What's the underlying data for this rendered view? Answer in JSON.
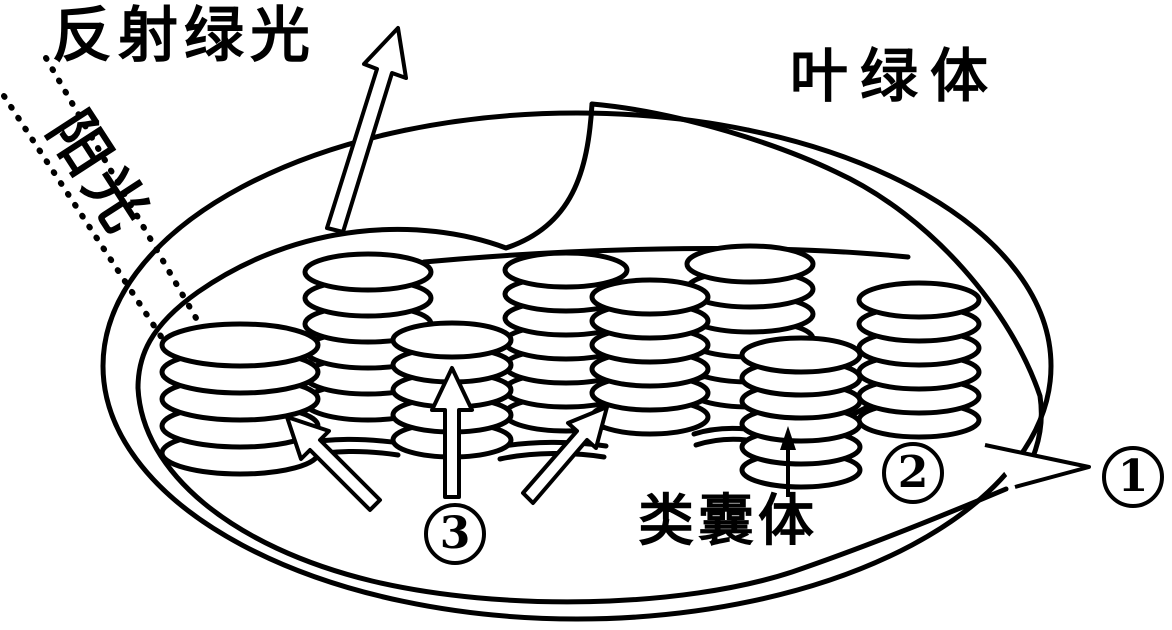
{
  "diagram": {
    "labels": {
      "reflected_green_light": "反射绿光",
      "sunlight": "阳光",
      "chloroplast": "叶绿体",
      "thylakoid": "类囊体"
    },
    "markers": {
      "membrane": "1",
      "stroma": "2",
      "granum": "3"
    },
    "colors": {
      "ink": "#000000",
      "background": "#ffffff"
    }
  }
}
